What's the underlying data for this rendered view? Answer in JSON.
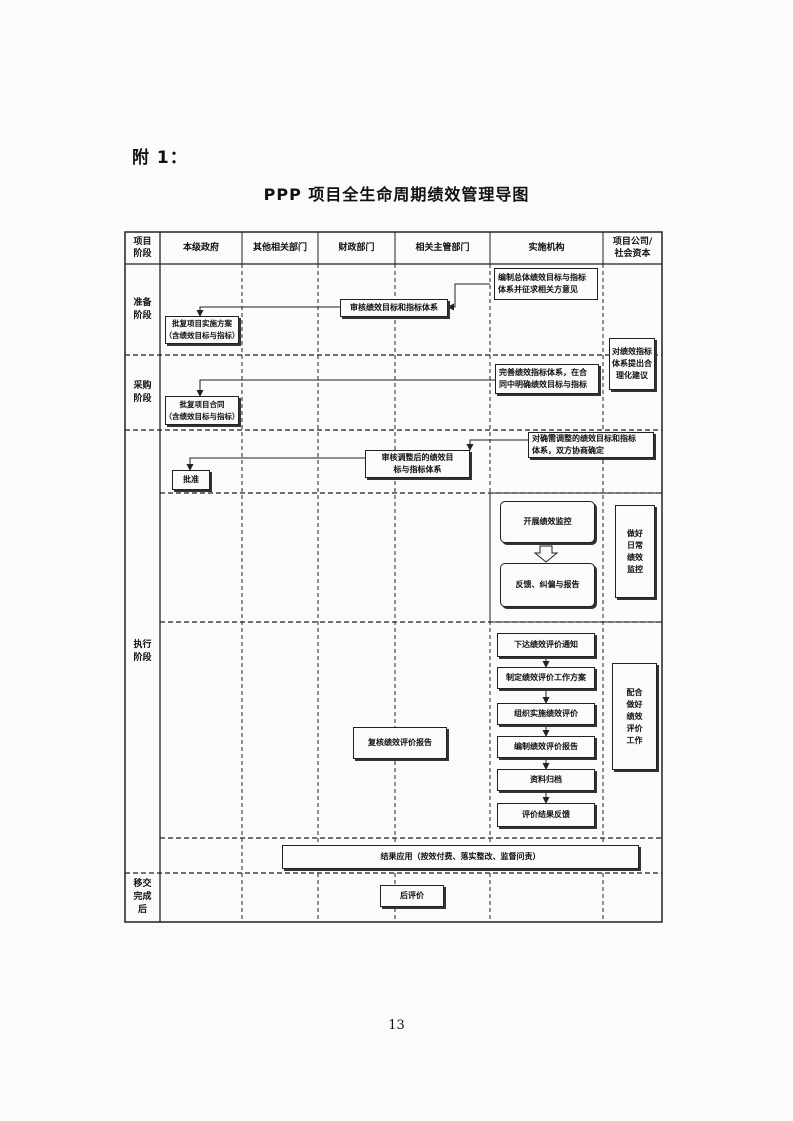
{
  "attachment_label": "附 1：",
  "title": "PPP 项目全生命周期绩效管理导图",
  "page_number": "13",
  "columns": [
    {
      "id": "stage",
      "label": "项目\n阶段"
    },
    {
      "id": "gov",
      "label": "本级政府"
    },
    {
      "id": "other",
      "label": "其他相关部门"
    },
    {
      "id": "finance",
      "label": "财政部门"
    },
    {
      "id": "industry",
      "label": "相关主管部门"
    },
    {
      "id": "impl",
      "label": "实施机构"
    },
    {
      "id": "company",
      "label": "项目公司/\n社会资本"
    }
  ],
  "stages": {
    "prep": "准备\n阶段",
    "procure": "采购\n阶段",
    "exec": "执行\n阶段",
    "handover": "移交\n完成\n后"
  },
  "boxes": {
    "impl_draft": "编制总体绩效目标与指标\n体系并征求相关方意见",
    "fin_review1": "审核绩效目标和指标体系",
    "gov_approve_plan": "批复项目实施方案\n（含绩效目标与指标）",
    "company_advice": "对绩效指标\n体系提出合\n理化建议",
    "impl_perfect": "完善绩效指标体系，在合\n同中明确绩效目标与指标",
    "gov_approve_contract": "批复项目合同\n（含绩效目标与指标）",
    "impl_adjust": "对确需调整的绩效目标和指标\n体系，双方协商确定",
    "fin_review2": "审核调整后的绩效目\n标与指标体系",
    "gov_approve": "批准",
    "impl_monitor": "开展绩效监控",
    "impl_feedback": "反馈、纠偏与报告",
    "company_monitor": "做好\n日常\n绩效\n监控",
    "impl_notice": "下达绩效评价通知",
    "impl_plan": "制定绩效评价工作方案",
    "impl_organize": "组织实施绩效评价",
    "impl_report": "编制绩效评价报告",
    "impl_archive": "资料归档",
    "impl_result": "评价结果反馈",
    "fin_recheck": "复核绩效评价报告",
    "company_eval": "配合\n做好\n绩效\n评价\n工作",
    "result_apply": "结果应用（按效付费、落实整改、监督问责）",
    "post_eval": "后评价"
  }
}
